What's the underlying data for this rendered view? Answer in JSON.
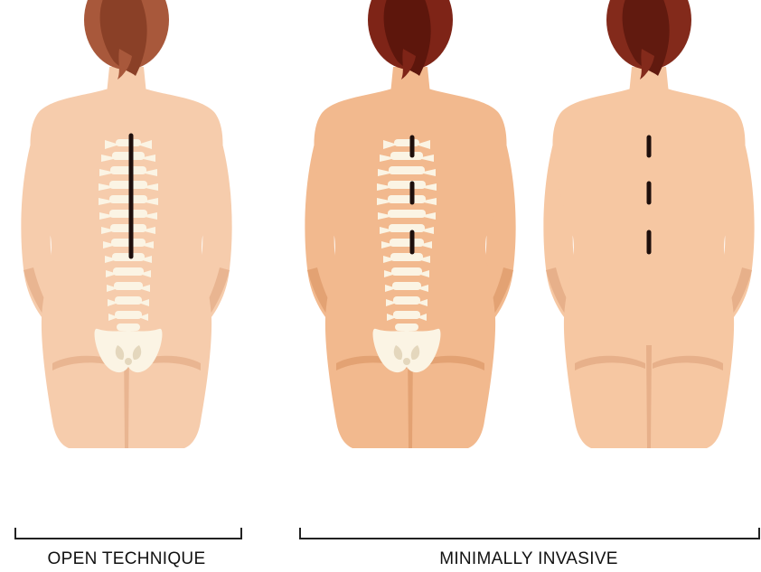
{
  "groups": [
    {
      "label": "OPEN TECHNIQUE"
    },
    {
      "label": "MINIMALLY INVASIVE"
    }
  ],
  "figures": [
    {
      "name": "open-technique-figure",
      "skin": "#f6ccac",
      "skin_shade": "#e9b591",
      "hair": "#a8583b",
      "hair_dark": "#8a4027",
      "spine": true,
      "incision": "continuous"
    },
    {
      "name": "minimally-invasive-figure-with-spine",
      "skin": "#f2b98e",
      "skin_shade": "#e3a273",
      "hair": "#7e2417",
      "hair_dark": "#5d160c",
      "spine": true,
      "incision": "dashed"
    },
    {
      "name": "minimally-invasive-figure-without-spine",
      "skin": "#f6c7a2",
      "skin_shade": "#e7b08a",
      "hair": "#832a1b",
      "hair_dark": "#611a0f",
      "spine": false,
      "incision": "dashed"
    }
  ],
  "colors": {
    "bone": "#fbf4e4",
    "bone_shade": "#e4d7bd",
    "incision": "#1e0f0c",
    "bracket": "#222222"
  }
}
